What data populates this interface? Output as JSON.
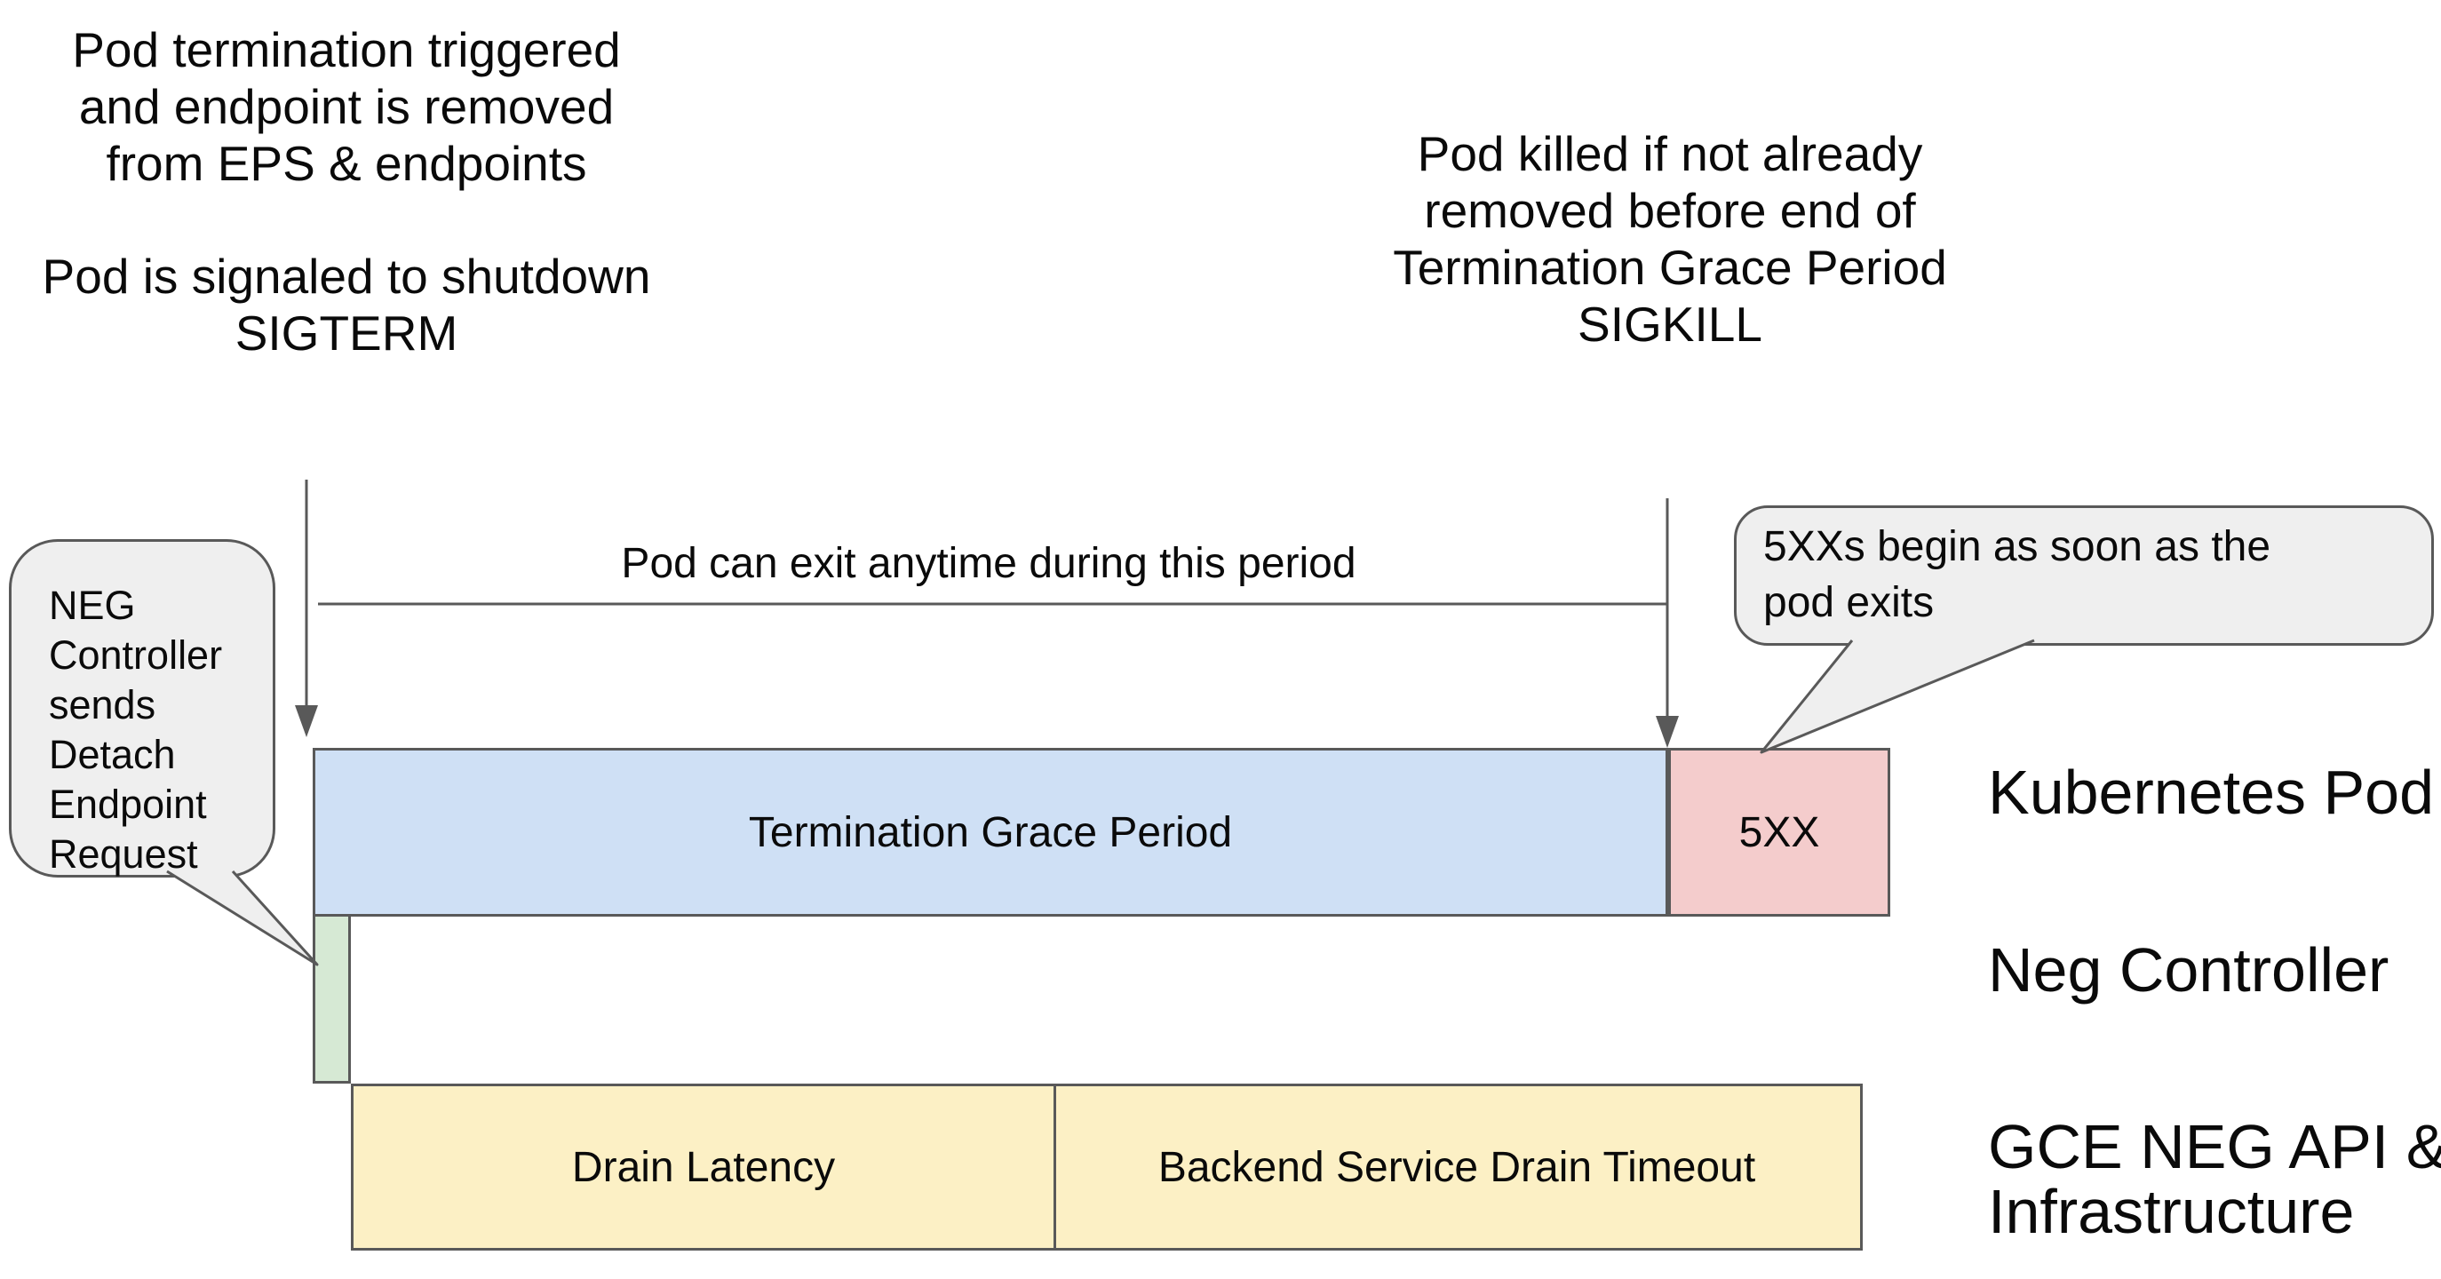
{
  "colors": {
    "stroke": "#595959",
    "blue": "#cfe0f5",
    "pink": "#f4cccc",
    "green": "#d6e9d4",
    "yellow": "#fcf0c5",
    "bubble_fill": "#efefef"
  },
  "annotations": {
    "top_left_para1_line1": "Pod termination triggered",
    "top_left_para1_line2": "and endpoint is removed",
    "top_left_para1_line3": "from EPS & endpoints",
    "top_left_para2_line1": "Pod is signaled to shutdown",
    "top_left_para2_line2": "SIGTERM",
    "top_right_line1": "Pod killed if not already",
    "top_right_line2": "removed before end of",
    "top_right_line3": "Termination Grace Period",
    "top_right_line4": "SIGKILL",
    "period_note": "Pod can exit anytime during this period"
  },
  "bubbles": {
    "left_line1": "NEG",
    "left_line2": "Controller",
    "left_line3": "sends",
    "left_line4": "Detach",
    "left_line5": "Endpoint",
    "left_line6": "Request",
    "right_line1": "5XXs begin as soon as the",
    "right_line2": "pod exits"
  },
  "bars": {
    "termination_grace_period": "Termination Grace Period",
    "five_xx": "5XX",
    "drain_latency": "Drain Latency",
    "backend_service_drain_timeout": "Backend Service Drain Timeout"
  },
  "row_labels": {
    "kubernetes_pod": "Kubernetes Pod",
    "neg_controller": "Neg Controller",
    "gce_line1": "GCE NEG API &",
    "gce_line2": "Infrastructure"
  }
}
